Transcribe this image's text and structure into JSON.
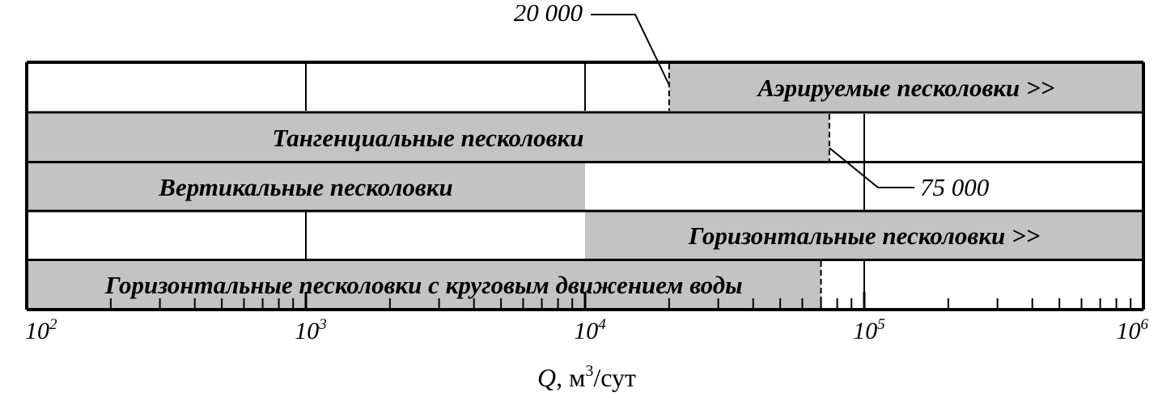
{
  "chart_data": {
    "type": "range-bar",
    "x_scale": "log",
    "xlim": [
      100,
      1000000
    ],
    "xlabel": {
      "var": "Q",
      "sep": ", м",
      "sup": "3",
      "unit": "/сут"
    },
    "x_ticks": [
      {
        "base": "10",
        "exp": "2",
        "value": 100
      },
      {
        "base": "10",
        "exp": "3",
        "value": 1000
      },
      {
        "base": "10",
        "exp": "4",
        "value": 10000
      },
      {
        "base": "10",
        "exp": "5",
        "value": 100000
      },
      {
        "base": "10",
        "exp": "6",
        "value": 1000000
      }
    ],
    "bars": [
      {
        "label": "Аэрируемые песколовки >>",
        "from": 20000,
        "to": 1000000
      },
      {
        "label": "Тангенциальные песколовки",
        "from": 100,
        "to": 75000
      },
      {
        "label": "Вертикальные песколовки",
        "from": 100,
        "to": 10000
      },
      {
        "label": "Горизонтальные песколовки >>",
        "from": 10000,
        "to": 1000000
      },
      {
        "label": "Горизонтальные песколовки с круговым движением воды",
        "from": 100,
        "to": 70000
      }
    ],
    "annotations": [
      {
        "text": "20 000",
        "value": 20000,
        "row": 0
      },
      {
        "text": "75 000",
        "value": 75000,
        "row": 1
      }
    ],
    "colors": {
      "bar_fill": "#c3c3c3",
      "line": "#000000",
      "background": "#ffffff"
    }
  }
}
